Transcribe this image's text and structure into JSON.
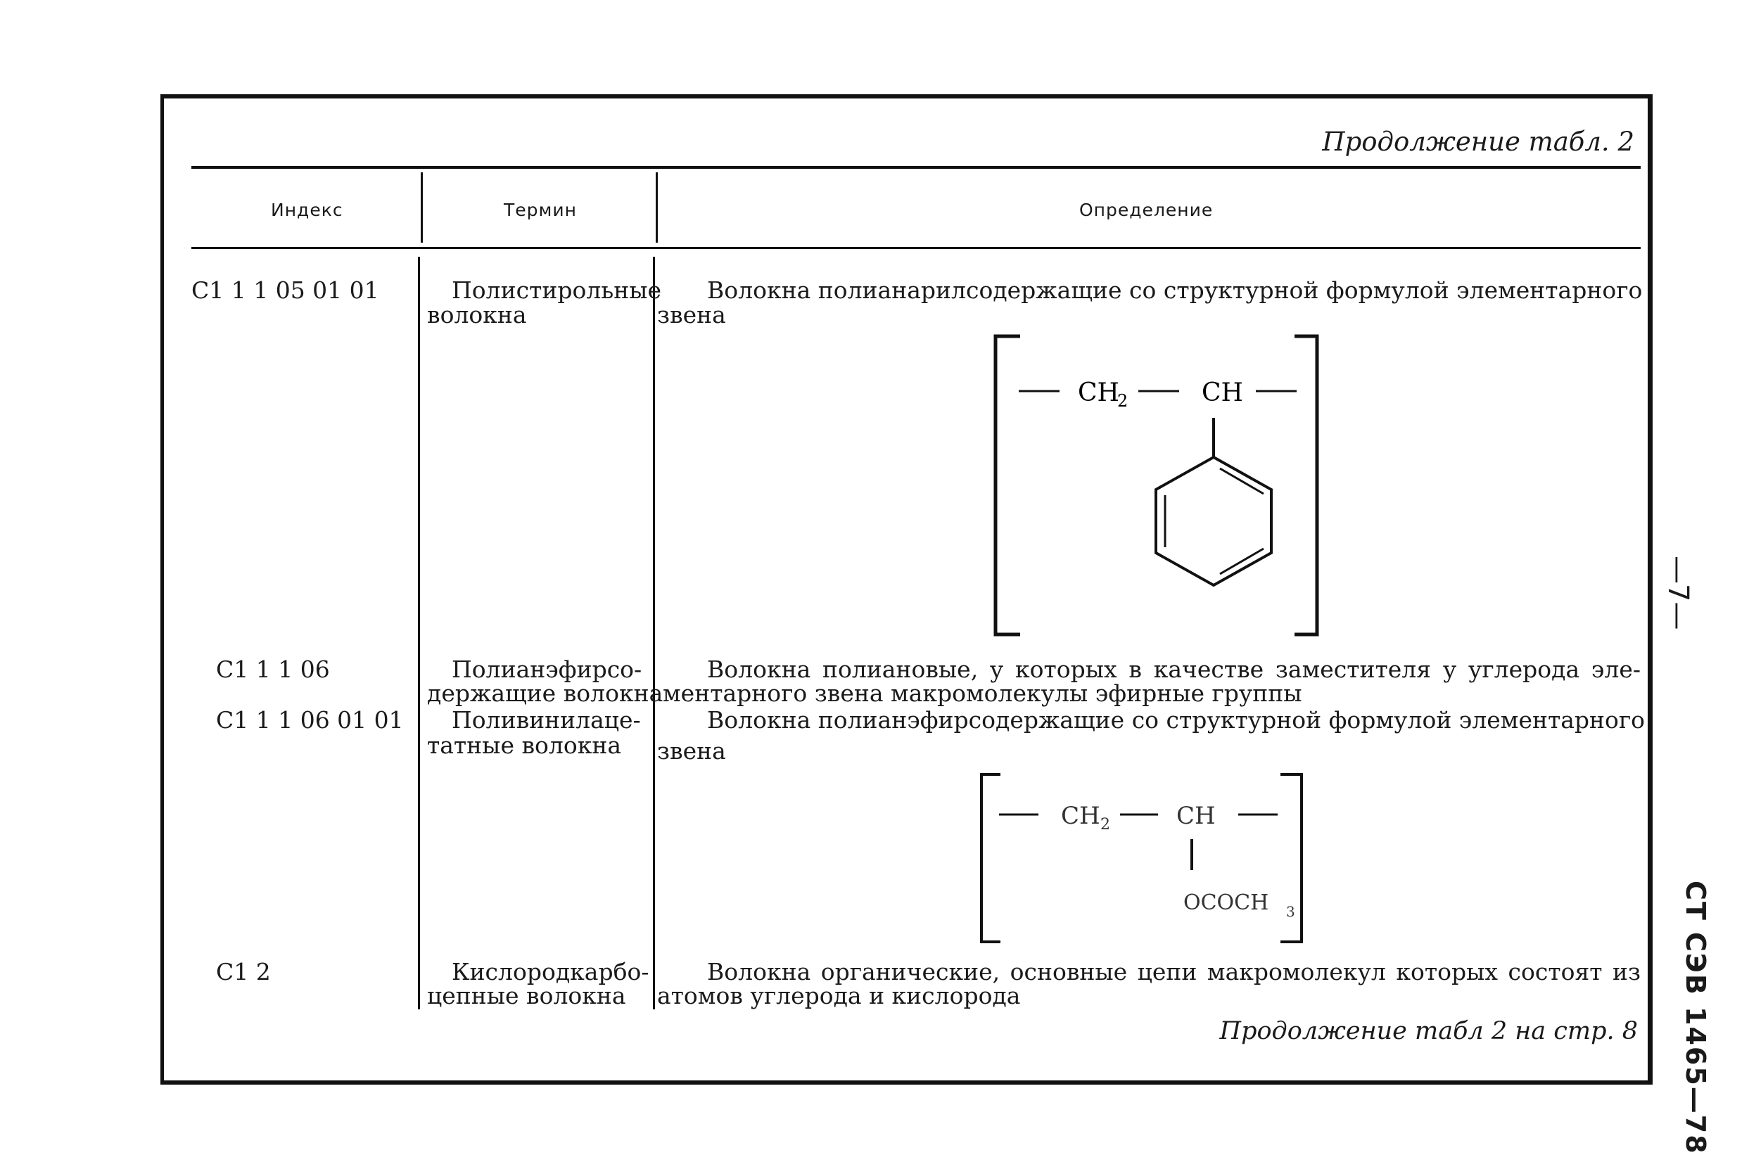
{
  "continuation_top": "Продолжение табл. 2",
  "continuation_bottom": "Продолжение табл 2 на стр. 8",
  "headers": {
    "index": "Индекс",
    "term": "Термин",
    "definition": "Определение"
  },
  "rows": [
    {
      "index": "С1 1 1 05 01 01",
      "term": [
        "Полистирольные",
        "волокна"
      ],
      "definition": [
        "Волокна полианарилсодержащие со структурной формулой элементарного",
        "звена"
      ]
    },
    {
      "index": "С1 1 1 06",
      "term": [
        "Полианэфирсо-",
        "держащие волокна"
      ],
      "definition": [
        "Волокна полиановые, у которых в качестве заместителя у углерода эле-",
        "ментарного звена макромолекулы эфирные группы"
      ]
    },
    {
      "index": "С1 1 1 06 01 01",
      "term": [
        "Поливинилаце-",
        "татные волокна"
      ],
      "definition": [
        "Волокна полианэфирсодержащие со структурной формулой элементарного",
        "звена"
      ]
    },
    {
      "index": "С1 2",
      "term": [
        "Кислородкарбо-",
        "цепные волокна"
      ],
      "definition": [
        "Волокна органические, основные цепи макромолекул которых состоят из",
        "атомов углерода и кислорода"
      ]
    }
  ],
  "formula1": {
    "left_group": "CH",
    "left_sub": "2",
    "right_group": "CH"
  },
  "formula2": {
    "left_group": "CH",
    "left_sub": "2",
    "right_group": "CH",
    "substituent": "OCOCH",
    "substituent_sub": "3"
  },
  "side_label": "СТ СЭВ 1465—78",
  "page_number": "—7—"
}
